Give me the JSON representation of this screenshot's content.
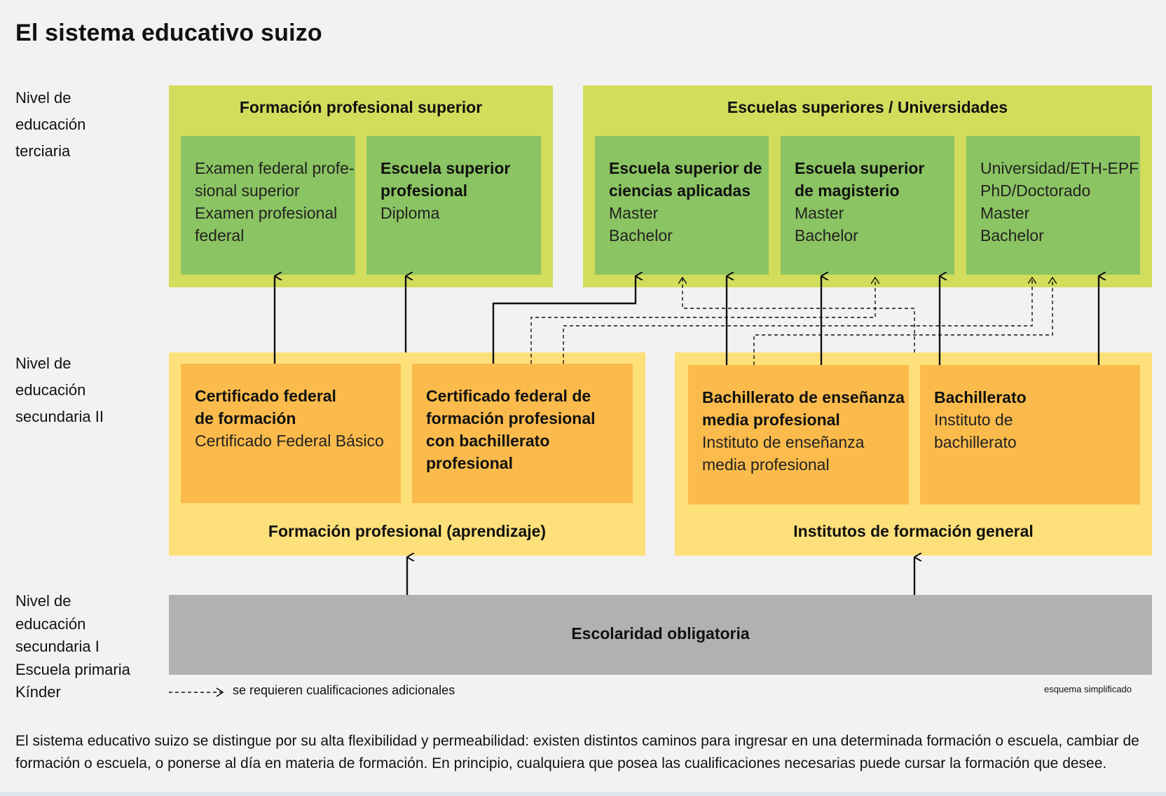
{
  "title": "El sistema educativo suizo",
  "levels": {
    "tertiary": "Nivel de\neducación\nterciaria",
    "secondary2": "Nivel de\neducación\nsecundaria II",
    "secondary1": "Nivel de\neducación\nsecundaria I\nEscuela primaria\nKínder"
  },
  "tertiary": {
    "vocational": {
      "title": "Formación profesional superior",
      "items": [
        {
          "lines": [
            "Examen federal profe-",
            "sional superior",
            "Examen profesional",
            "federal"
          ],
          "bold_lines": 0
        },
        {
          "lines": [
            "Escuela superior",
            "profesional",
            "Diploma"
          ],
          "bold_lines": 2
        }
      ]
    },
    "universities": {
      "title": "Escuelas superiores / Universidades",
      "items": [
        {
          "lines": [
            "Escuela superior de",
            "ciencias aplicadas",
            "Master",
            "Bachelor"
          ],
          "bold_lines": 2
        },
        {
          "lines": [
            "Escuela superior",
            "de magisterio",
            "Master",
            "Bachelor"
          ],
          "bold_lines": 2
        },
        {
          "lines": [
            "Universidad/ETH-EPF",
            "PhD/Doctorado",
            "Master",
            "Bachelor"
          ],
          "bold_lines": 0
        }
      ]
    }
  },
  "secondary2": {
    "vocational": {
      "title": "Formación profesional (aprendizaje)",
      "items": [
        {
          "lines": [
            "Certificado federal",
            "de formación",
            "Certificado Federal Básico"
          ],
          "bold_lines": 2
        },
        {
          "lines": [
            "Certificado federal de",
            "formación profesional",
            "con bachillerato",
            "profesional"
          ],
          "bold_lines": 4
        }
      ]
    },
    "general": {
      "title": "Institutos de formación general",
      "items": [
        {
          "lines": [
            "Bachillerato de enseñanza",
            "media profesional",
            "Instituto de enseñanza",
            "media profesional"
          ],
          "bold_lines": 2
        },
        {
          "lines": [
            "Bachillerato",
            "Instituto de",
            "bachillerato"
          ],
          "bold_lines": 1
        }
      ]
    }
  },
  "compulsory": "Escolaridad obligatoria",
  "legend": "se requieren cualificaciones adicionales",
  "note": "esquema simplificado",
  "description": "El sistema educativo suizo se distingue por su alta flexibilidad y permeabilidad: existen distintos caminos para ingresar en una determinada formación o escuela, cambiar de formación o escuela, o ponerse al día en materia de formación. En principio, cualquiera que posea las cualificaciones necesarias puede cursar la formación que desee.",
  "colors": {
    "tertiary_group": "#d2dd5c",
    "tertiary_box": "#8bc462",
    "secondary_group": "#fde07a",
    "secondary_box": "#fbbb4c",
    "compulsory": "#b1b1b1"
  }
}
